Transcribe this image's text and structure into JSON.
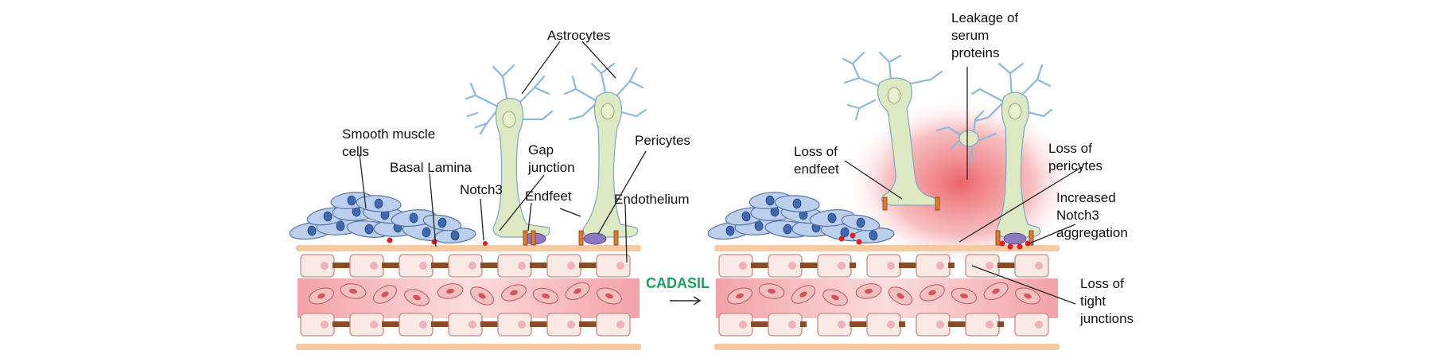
{
  "colors": {
    "cadasil": "#1aa15b",
    "basal_lamina": "#f6c9a0",
    "vessel_lumen": "#f5b8bb",
    "smooth_muscle": "#bcd0ee",
    "astrocyte": "#dde9c3",
    "leakage": "#e8484e"
  },
  "healthy": {
    "labels": {
      "astrocytes": "Astrocytes",
      "smooth_muscle_1": "Smooth muscle",
      "smooth_muscle_2": "cells",
      "basal_lamina": "Basal Lamina",
      "gap_junction_1": "Gap",
      "gap_junction_2": "junction",
      "pericytes": "Pericytes",
      "notch3": "Notch3",
      "endfeet": "Endfeet",
      "endothelium": "Endothelium"
    }
  },
  "transition": {
    "label": "CADASIL",
    "arrow_icon": "right-arrow-icon"
  },
  "disease": {
    "labels": {
      "leakage_1": "Leakage of",
      "leakage_2": "serum",
      "leakage_3": "proteins",
      "loss_endfeet_1": "Loss of",
      "loss_endfeet_2": "endfeet",
      "loss_pericytes_1": "Loss of",
      "loss_pericytes_2": "pericytes",
      "notch3_agg_1": "Increased",
      "notch3_agg_2": "Notch3",
      "notch3_agg_3": "aggregation",
      "loss_tj_1": "Loss of",
      "loss_tj_2": "tight",
      "loss_tj_3": "junctions"
    }
  }
}
